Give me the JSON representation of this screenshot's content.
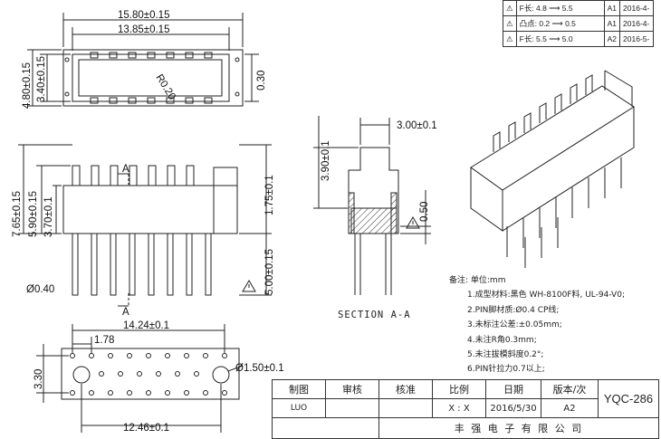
{
  "top_view": {
    "dim_width": "15.80±0.15",
    "dim_inner": "13.85±0.15",
    "dim_height": "4.80±0.15",
    "dim_inner_height": "3.40±0.15",
    "dim_slot": "0.30",
    "radius": "R0.20"
  },
  "front_view": {
    "dim_total": "7.65±0.15",
    "dim_body": "5.90±0.15",
    "dim_base": "3.70±0.1",
    "dim_right": "1.75±0.1",
    "dim_pin_len": "5.00±0.15",
    "pin_dia": "Ø0.40",
    "section_mark": "A"
  },
  "section_view": {
    "dim_width": "3.00±0.1",
    "dim_height": "3.90±0.1",
    "dim_step": "0.50",
    "label": "SECTION  A-A"
  },
  "bottom_view": {
    "dim_outer": "14.24±0.1",
    "dim_pitch": "1.78",
    "dim_height": "3.30",
    "dim_hole": "Ø1.50±0.1",
    "dim_inner": "12.46±0.1"
  },
  "notes": {
    "heading": "备注: 单位:mm",
    "items": [
      "1.成型材料:黑色 WH-8100F料, UL-94-V0;",
      "2.PIN脚材质:Ø0.4 CP线;",
      "3.未标注公差:±0.05mm;",
      "4.未注R角0.3mm;",
      "5.未注拔模斜度0.2°;",
      "6.PIN针拉力0.7以上;"
    ]
  },
  "revisions": [
    {
      "text": "F长: 4.8 ⟶ 5.5",
      "ver": "A1",
      "date": "2016-4-"
    },
    {
      "text": "凸点: 0.2 ⟶ 0.5",
      "ver": "A1",
      "date": "2016-4-"
    },
    {
      "text": "F长: 5.5 ⟶ 5.0",
      "ver": "A2",
      "date": "2016-5-"
    }
  ],
  "title_block": {
    "h_drawn": "制图",
    "h_review": "审核",
    "h_approve": "核准",
    "h_scale": "比例",
    "h_date": "日期",
    "h_version": "版本/次",
    "drawn": "LUO",
    "scale": "X : X",
    "date": "2016/5/30",
    "version": "A2",
    "part_no": "YQC-286",
    "company": "丰 强 电 子 有 限 公 司"
  }
}
